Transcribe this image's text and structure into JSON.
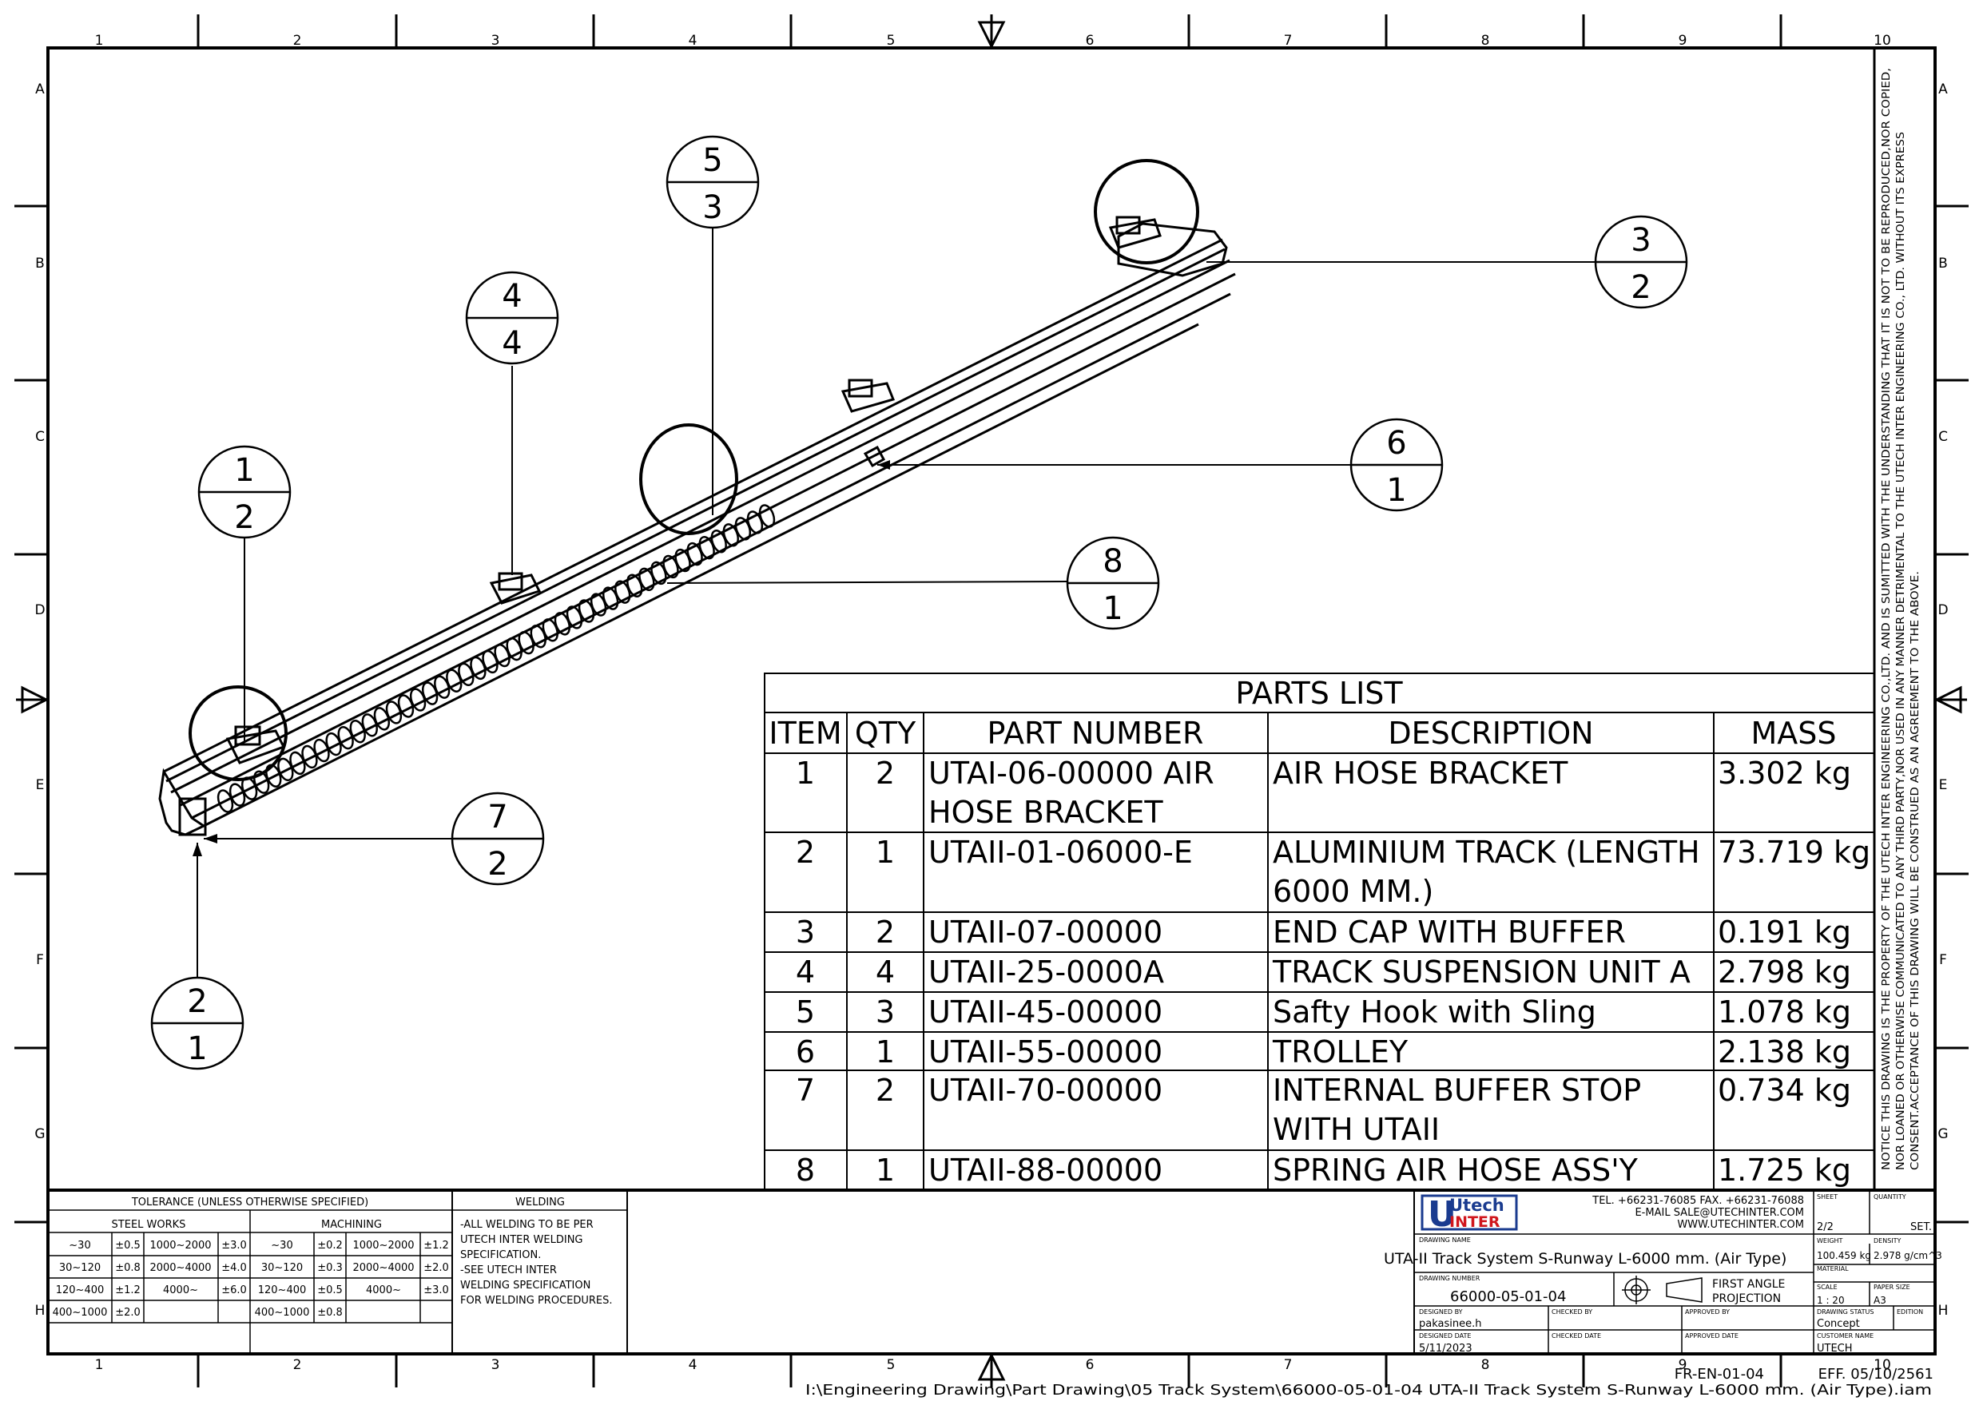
{
  "frame": {
    "cols": [
      "1",
      "2",
      "3",
      "4",
      "5",
      "6",
      "7",
      "8",
      "9",
      "10"
    ],
    "rows": [
      "A",
      "B",
      "C",
      "D",
      "E",
      "F",
      "G",
      "H"
    ]
  },
  "balloons": [
    {
      "item": "5",
      "qty": "3"
    },
    {
      "item": "4",
      "qty": "4"
    },
    {
      "item": "1",
      "qty": "2"
    },
    {
      "item": "3",
      "qty": "2"
    },
    {
      "item": "6",
      "qty": "1"
    },
    {
      "item": "8",
      "qty": "1"
    },
    {
      "item": "7",
      "qty": "2"
    },
    {
      "item": "2",
      "qty": "1"
    }
  ],
  "parts_list": {
    "title": "PARTS LIST",
    "headers": [
      "ITEM",
      "QTY",
      "PART NUMBER",
      "DESCRIPTION",
      "MASS"
    ],
    "rows": [
      {
        "item": "1",
        "qty": "2",
        "part1": "UTAI-06-00000 AIR",
        "part2": "HOSE BRACKET",
        "desc1": "AIR HOSE BRACKET",
        "desc2": "",
        "mass": "3.302 kg"
      },
      {
        "item": "2",
        "qty": "1",
        "part1": "UTAII-01-06000-E",
        "part2": "",
        "desc1": "ALUMINIUM TRACK (LENGTH",
        "desc2": "6000 MM.)",
        "mass": "73.719 kg"
      },
      {
        "item": "3",
        "qty": "2",
        "part1": "UTAII-07-00000",
        "part2": "",
        "desc1": "END CAP WITH BUFFER",
        "desc2": "",
        "mass": "0.191 kg"
      },
      {
        "item": "4",
        "qty": "4",
        "part1": "UTAII-25-0000A",
        "part2": "",
        "desc1": "TRACK SUSPENSION UNIT A",
        "desc2": "",
        "mass": "2.798 kg"
      },
      {
        "item": "5",
        "qty": "3",
        "part1": "UTAII-45-00000",
        "part2": "",
        "desc1": "Safty Hook with Sling",
        "desc2": "",
        "mass": "1.078 kg"
      },
      {
        "item": "6",
        "qty": "1",
        "part1": "UTAII-55-00000",
        "part2": "",
        "desc1": "TROLLEY",
        "desc2": "",
        "mass": "2.138 kg"
      },
      {
        "item": "7",
        "qty": "2",
        "part1": "UTAII-70-00000",
        "part2": "",
        "desc1": "INTERNAL BUFFER STOP",
        "desc2": "WITH UTAII",
        "mass": "0.734 kg"
      },
      {
        "item": "8",
        "qty": "1",
        "part1": "UTAII-88-00000",
        "part2": "",
        "desc1": "SPRING AIR HOSE ASS'Y",
        "desc2": "",
        "mass": "1.725 kg"
      }
    ]
  },
  "tolerance": {
    "title": "TOLERANCE (UNLESS OTHERWISE SPECIFIED)",
    "steel_label": "STEEL WORKS",
    "machining_label": "MACHINING",
    "steel_rows": [
      [
        "~30",
        "±0.5",
        "1000~2000",
        "±3.0"
      ],
      [
        "30~120",
        "±0.8",
        "2000~4000",
        "±4.0"
      ],
      [
        "120~400",
        "±1.2",
        "4000~",
        "±6.0"
      ],
      [
        "400~1000",
        "±2.0",
        "",
        ""
      ]
    ],
    "machining_rows": [
      [
        "~30",
        "±0.2",
        "1000~2000",
        "±1.2"
      ],
      [
        "30~120",
        "±0.3",
        "2000~4000",
        "±2.0"
      ],
      [
        "120~400",
        "±0.5",
        "4000~",
        "±3.0"
      ],
      [
        "400~1000",
        "±0.8",
        "",
        ""
      ]
    ]
  },
  "welding": {
    "title": "WELDING",
    "lines": [
      "-ALL WELDING TO BE PER",
      "UTECH INTER WELDING",
      "SPECIFICATION.",
      "-SEE UTECH INTER",
      "WELDING SPECIFICATION",
      "FOR WELDING PROCEDURES."
    ]
  },
  "title_block": {
    "logo_top": "Utech",
    "logo_bottom": "INTER",
    "contact1": "TEL. +66231-76085 FAX. +66231-76088",
    "contact2": "E-MAIL SALE@UTECHINTER.COM",
    "contact3": "WWW.UTECHINTER.COM",
    "drawing_name_label": "DRAWING NAME",
    "drawing_name": "UTA-II Track System S-Runway L-6000 mm. (Air Type)",
    "drawing_number_label": "DRAWING NUMBER",
    "drawing_number": "66000-05-01-04",
    "projection1": "FIRST ANGLE",
    "projection2": "PROJECTION",
    "sheet_label": "SHEET",
    "sheet": "2/2",
    "quantity_label": "QUANTITY",
    "quantity": "SET.",
    "weight_label": "WEIGHT",
    "weight": "100.459 kg",
    "density_label": "DENSITY",
    "density": "2.978 g/cm^3",
    "material_label": "MATERIAL",
    "scale_label": "SCALE",
    "scale": "1 : 20",
    "paper_label": "PAPER SIZE",
    "paper": "A3",
    "designed_by_label": "DESIGNED BY",
    "designed_by": "pakasinee.h",
    "checked_by_label": "CHECKED BY",
    "approved_by_label": "APPROVED BY",
    "status_label": "DRAWING STATUS",
    "status": "Concept",
    "edition_label": "EDITION",
    "designed_date_label": "DESIGNED DATE",
    "designed_date": "5/11/2023",
    "checked_date_label": "CHECKED DATE",
    "approved_date_label": "APPROVED DATE",
    "customer_label": "CUSTOMER NAME",
    "customer": "UTECH"
  },
  "footer": {
    "form_number": "FR-EN-01-04",
    "effective": "EFF. 05/10/2561",
    "file_path": "I:\\Engineering Drawing\\Part  Drawing\\05 Track System\\66000-05-01-04 UTA-II Track System S-Runway L-6000 mm. (Air Type).iam"
  },
  "notice": {
    "line1": "NOTICE THIS DRAWING IS THE PROPERTY OF THE UTECH INTER ENGINEERING CO.,LTD. AND IS SUMITTED WITH THE UNDERSTANDING THAT IT IS NOT TO BE REPRODUCED,NOR COPIED,",
    "line2": "NOR LOANED OR OTHERWISE COMMUNICATED TO ANY THIRD PARTY,NOR USED IN ANY MANNER DETRIMENTAL TO THE UTECH INTER ENGINEERING CO., LTD. WITHOUT ITS EXPRESS",
    "line3": "CONSENT.ACCEPTANCE OF THIS DRAWING WILL BE CONSTRUED AS AN AGREEMENT TO THE ABOVE."
  }
}
